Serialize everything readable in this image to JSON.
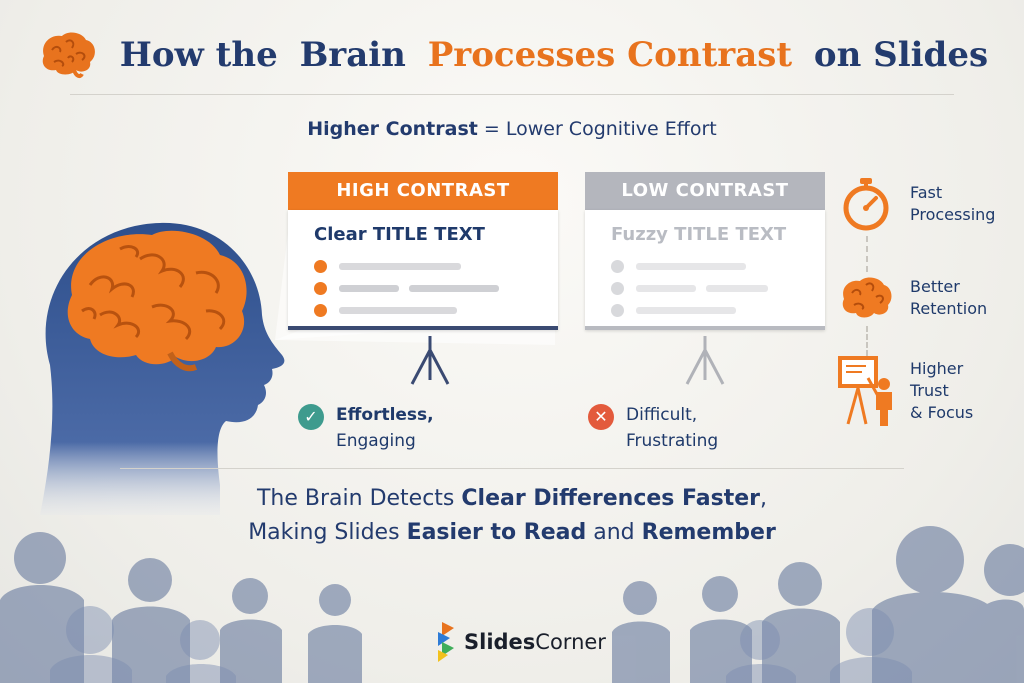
{
  "header": {
    "title_pre": "How the",
    "title_b1": "Brain",
    "title_b2": "Processes Contrast",
    "title_post": "on Slides",
    "subtitle_bold": "Higher Contrast",
    "subtitle_rest": " = Lower Cognitive Effort"
  },
  "colors": {
    "navy": "#233b6e",
    "orange": "#e8731e",
    "gray": "#b4b6bd",
    "green": "#3e9b8e",
    "red": "#e35a3c"
  },
  "high_board": {
    "header": "HIGH CONTRAST",
    "title": "Clear TITLE TEXT",
    "verdict_line1": "Effortless,",
    "verdict_line2": "Engaging"
  },
  "low_board": {
    "header": "LOW CONTRAST",
    "title": "Fuzzy TITLE TEXT",
    "verdict_line1": "Difficult,",
    "verdict_line2": "Frustrating"
  },
  "benefits": [
    {
      "icon": "stopwatch-icon",
      "line1": "Fast",
      "line2": "Processing",
      "line3": ""
    },
    {
      "icon": "brain-icon",
      "line1": "Better",
      "line2": "Retention",
      "line3": ""
    },
    {
      "icon": "presenter-icon",
      "line1": "Higher",
      "line2": "Trust",
      "line3": "& Focus"
    }
  ],
  "conclusion": {
    "l1_pre": "The Brain Detects ",
    "l1_bold": "Clear Differences Faster",
    "l1_post": ",",
    "l2_pre": "Making Slides ",
    "l2_bold1": "Easier to Read",
    "l2_mid": " and ",
    "l2_bold2": "Remember"
  },
  "brand": {
    "name_bold": "Slides",
    "name_rest": "Corner"
  }
}
